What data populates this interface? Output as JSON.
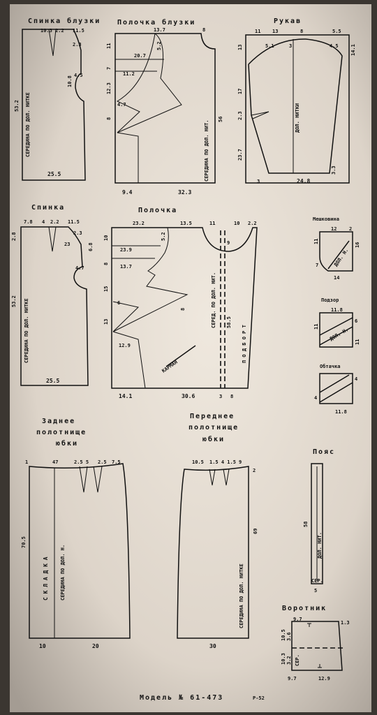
{
  "titles": {
    "back_top": "Спинка блузки",
    "front_top": "Полочка блузки",
    "sleeve": "Рукав",
    "back": "Спинка",
    "front": "Полочка",
    "pocket_bag": "Мешковина",
    "facing_pocket": "Подзор",
    "facing": "Обтачка",
    "back_skirt_1": "Заднее",
    "back_skirt_2": "полотнище",
    "back_skirt_3": "юбки",
    "front_skirt_1": "Переднее",
    "front_skirt_2": "полотнище",
    "front_skirt_3": "юбки",
    "belt": "Пояс",
    "collar": "Воротник"
  },
  "grain": {
    "back_top": "СЕРЕДИНА ПО ДОЛ. НИТКЕ",
    "front_top": "СЕРЕДИНА ПО ДОЛ. НИТ.",
    "sleeve": "ДОЛ. НИТКИ",
    "back": "СЕРЕДИНА ПО ДОЛ. НИТКЕ",
    "front": "СЕРЕД. ПО ДОЛ. НИТ.",
    "front_bort": "П О Д Б О Р Т",
    "pocket": "КАРМАН",
    "pocket_bag": "ДОЛ. Н.",
    "facing_pocket": "ДОЛ. Н.",
    "back_skirt_fold": "С К Л А Д К А",
    "back_skirt": "СЕРЕДИНА ПО ДОЛ. Н.",
    "front_skirt": "СЕРЕДИНА ПО ДОЛ. НИТКЕ",
    "belt": "ДОЛ. НИТ.",
    "belt_ser": "СЕР.",
    "collar": "СЕР."
  },
  "dims": {
    "bt_top": "10.3 2.2",
    "bt_right": "11.5",
    "bt_23": "2.3",
    "bt_45": "4.5",
    "bt_108": "10.8",
    "bt_532": "53.2",
    "bt_255": "25.5",
    "ft_137": "13.7",
    "ft_8": "8",
    "ft_11": "11",
    "ft_7": "7",
    "ft_123": "12.3",
    "ft_8b": "8",
    "ft_207": "20.7",
    "ft_52": "5.2",
    "ft_112": "11.2",
    "ft_47": "4.7",
    "ft_56": "56",
    "ft_94": "9.4",
    "ft_323": "32.3",
    "sl_11": "11",
    "sl_13": "13",
    "sl_8": "8",
    "sl_55": "5.5",
    "sl_13a": "13",
    "sl_51": "5.1",
    "sl_3": "3",
    "sl_45": "4.5",
    "sl_141": "14.1",
    "sl_17": "17",
    "sl_23": "2.3",
    "sl_237": "23.7",
    "sl_3b": "3",
    "sl_248": "24.8",
    "sl_33": "3.3",
    "bk_78": "7.8",
    "bk_4": "4",
    "bk_22": "2.2",
    "bk_115": "11.5",
    "bk_23": "2.3",
    "bk_68": "6.8",
    "bk_23b": "23",
    "bk_47": "4.7",
    "bk_532": "53.2",
    "bk_28": "2.8",
    "bk_255": "25.5",
    "fr_232": "23.2",
    "fr_135": "13.5",
    "fr_11": "11",
    "fr_10": "10",
    "fr_22": "2.2",
    "fr_10b": "10",
    "fr_52": "5.2",
    "fr_239": "23.9",
    "fr_8": "8",
    "fr_137": "13.7",
    "fr_15": "15",
    "fr_6": "6",
    "fr_13": "13",
    "fr_129": "12.9",
    "fr_9": "9",
    "fr_585": "58.5",
    "fr_8b": "8",
    "fr_141": "14.1",
    "fr_306": "30.6",
    "fr_3": "3",
    "fr_8c": "8",
    "mk_12": "12",
    "mk_2": "2",
    "mk_11": "11",
    "mk_16": "16",
    "mk_7": "7",
    "mk_14": "14",
    "pz_118": "11.8",
    "pz_11": "11",
    "pz_6": "6",
    "pz_11b": "11",
    "ob_4": "4",
    "ob_4b": "4",
    "ob_118": "11.8",
    "bs_47": "47",
    "bs_25": "2.5 5",
    "bs_25b": "2.5",
    "bs_75": "7.5",
    "bs_1": "1",
    "bs_705": "70.5",
    "bs_10": "10",
    "bs_20": "20",
    "fs_105": "10.5",
    "fs_154": "1.5 4 1.5",
    "fs_9": "9",
    "fs_2": "2",
    "fs_69": "69",
    "fs_30": "30",
    "belt_58": "58",
    "belt_5": "5",
    "col_97": "9.7",
    "col_13": "1.3",
    "col_105": "10.5",
    "col_36": "3.6",
    "col_103": "10.3",
    "col_32": "3.2",
    "col_97b": "9.7",
    "col_129": "12.9"
  },
  "footer": {
    "model": "Модель № 61-473",
    "page": "Р-52"
  }
}
